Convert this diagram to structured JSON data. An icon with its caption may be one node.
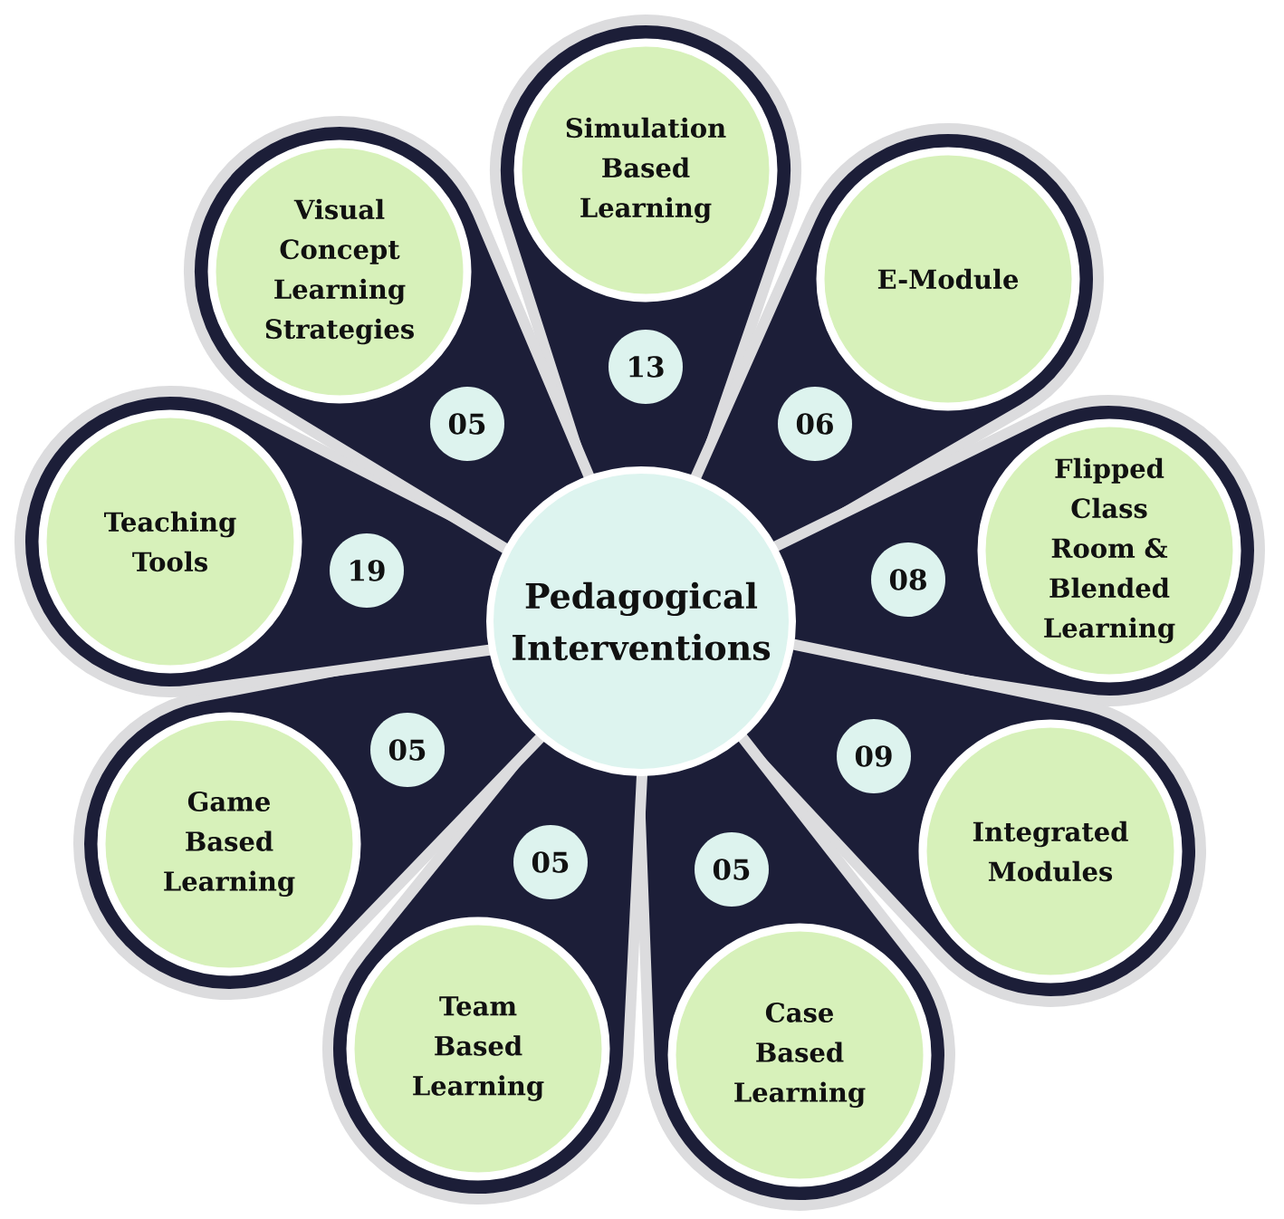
{
  "diagram": {
    "nodes": [
      {
        "text": [
          "Pedagogical Interventions"
        ]
      },
      {
        "text": [
          "Simulation Based Learning"
        ]
      },
      {
        "text": [
          "13"
        ]
      },
      {
        "text": [
          "E-Module"
        ]
      },
      {
        "text": [
          "06"
        ]
      },
      {
        "text": [
          "Flipped Class Room & Blended Learning"
        ]
      },
      {
        "text": [
          "08"
        ]
      },
      {
        "text": [
          "Integrated Modules"
        ]
      },
      {
        "text": [
          "09"
        ]
      },
      {
        "text": [
          "Case Based Learning"
        ]
      },
      {
        "text": [
          "05"
        ]
      },
      {
        "text": [
          "Team Based Learning"
        ]
      },
      {
        "text": [
          "05"
        ]
      },
      {
        "text": [
          "Game Based Learning"
        ]
      },
      {
        "text": [
          "05"
        ]
      },
      {
        "text": [
          "Teaching Tools"
        ]
      },
      {
        "text": [
          "19"
        ]
      },
      {
        "text": [
          "Visual Concept Learning Strategies"
        ]
      },
      {
        "text": [
          "05"
        ]
      }
    ]
  }
}
